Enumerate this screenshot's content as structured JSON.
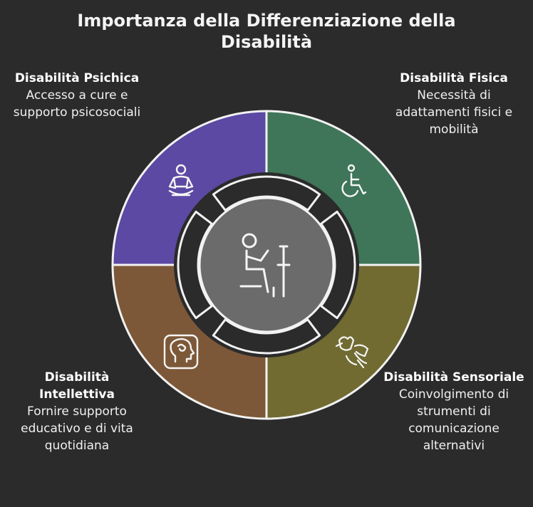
{
  "title": "Importanza della Differenziazione della Disabilità",
  "colors": {
    "background": "#2b2b2b",
    "psichica": "#5b49a3",
    "fisica": "#3f7558",
    "sensoriale": "#716b32",
    "intellettiva": "#7d5838",
    "center": "#6b6b6b",
    "stroke": "#f2f2f2"
  },
  "segments": [
    {
      "key": "psichica",
      "title": "Disabilità Psichica",
      "desc": "Accesso a cure e supporto psicosociali",
      "icon": "meditation-icon"
    },
    {
      "key": "fisica",
      "title": "Disabilità Fisica",
      "desc": "Necessità di adattamenti fisici e mobilità",
      "icon": "wheelchair-icon"
    },
    {
      "key": "intellettiva",
      "title": "Disabilità Intellettiva",
      "desc": "Fornire supporto educativo e di vita quotidiana",
      "icon": "brain-head-icon"
    },
    {
      "key": "sensoriale",
      "title": "Disabilità Sensoriale",
      "desc": "Coinvolgimento di strumenti di comunicazione alternativi",
      "icon": "sign-language-icon"
    }
  ],
  "center_icon": "person-with-crutch-icon"
}
